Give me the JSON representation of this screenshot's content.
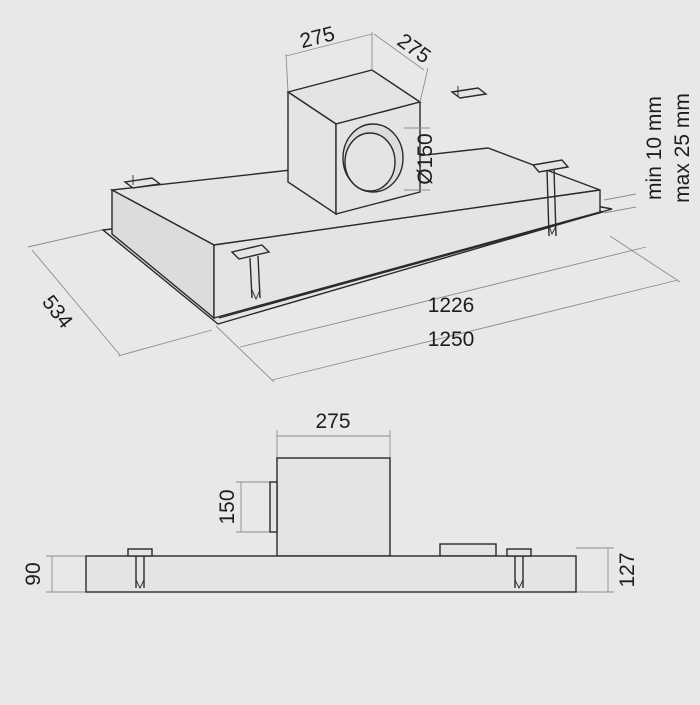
{
  "iso": {
    "duct_width": "275",
    "duct_depth": "275",
    "outlet_diameter": "Ø150",
    "inner_length": "1226",
    "outer_length": "1250",
    "depth": "534",
    "panel_min": "min 10 mm",
    "panel_max": "max 25 mm"
  },
  "side": {
    "duct_width": "275",
    "outlet_height": "150",
    "body_height": "90",
    "total_height": "127"
  },
  "colors": {
    "background": "#e8e8e9",
    "line": "#2a2a2c",
    "dimension": "#8d8d92",
    "text": "#1d1d1f"
  }
}
